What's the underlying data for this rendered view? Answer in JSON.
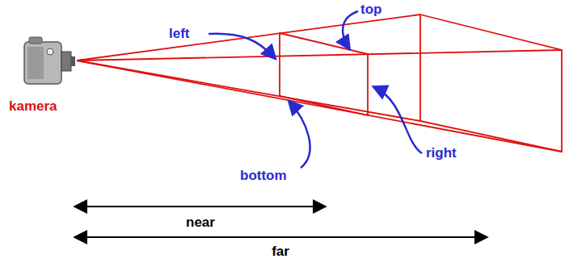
{
  "diagram": {
    "labels": [
      "top",
      "left",
      "kamera",
      "right",
      "bottom",
      "near",
      "far"
    ]
  }
}
